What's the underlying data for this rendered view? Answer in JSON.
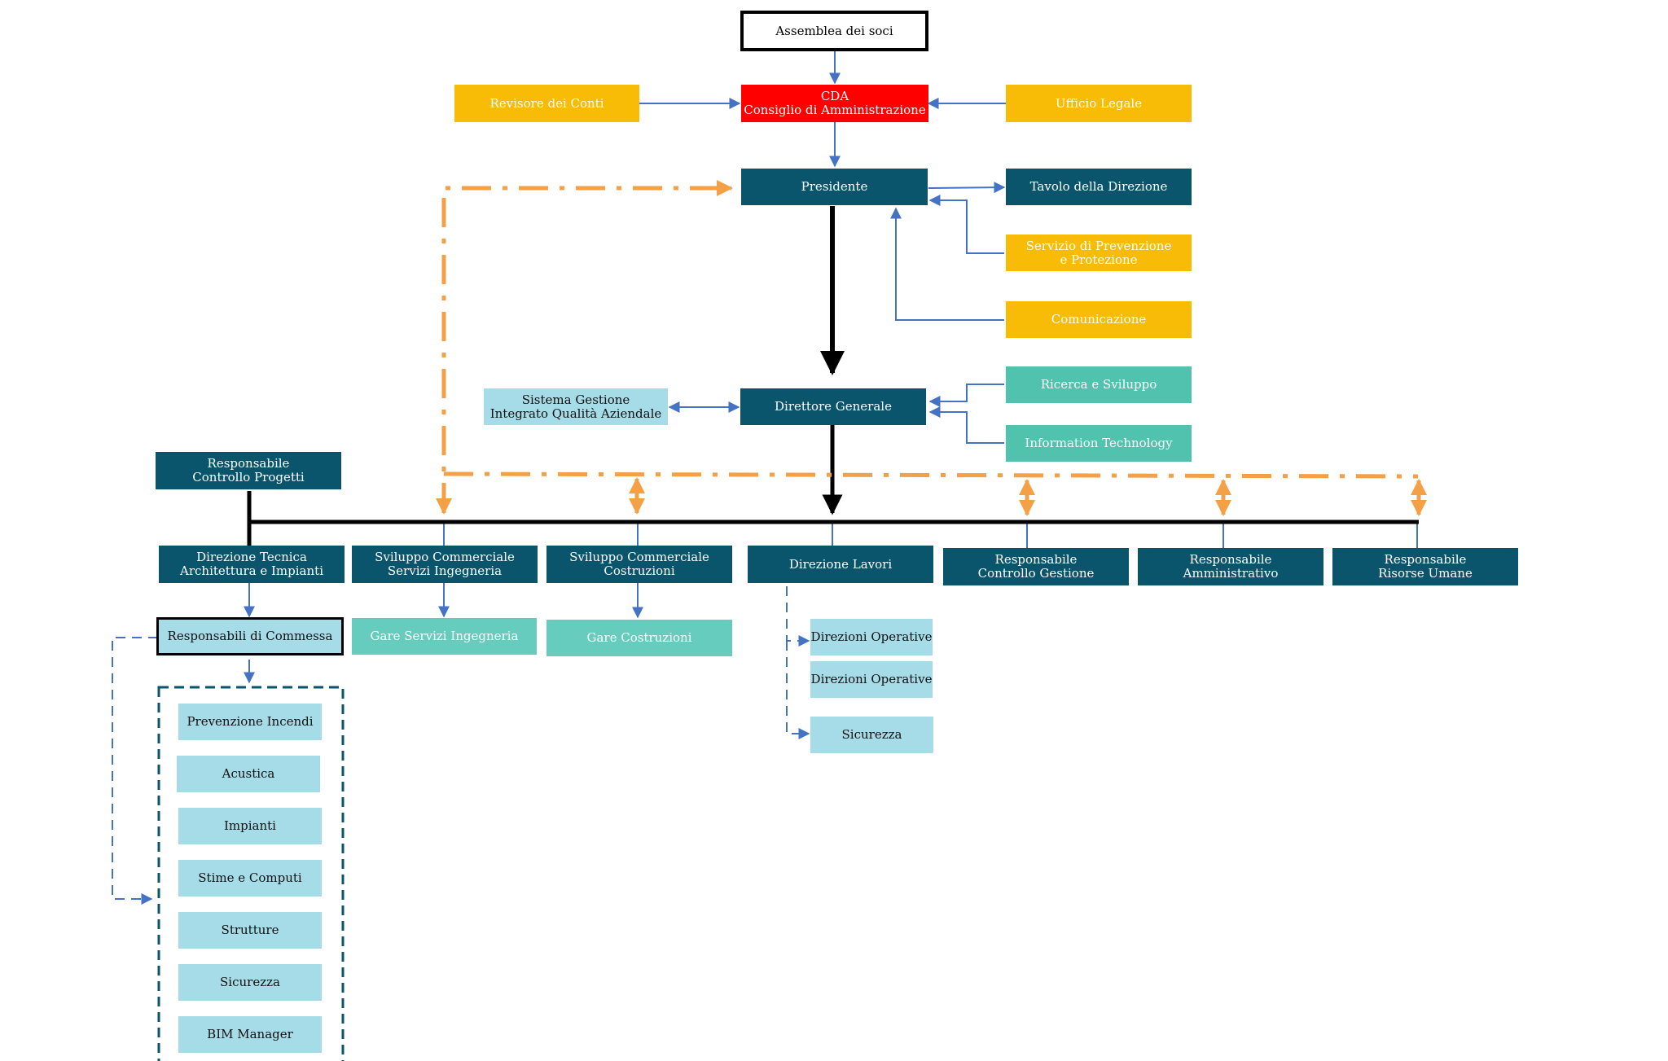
{
  "colors": {
    "dark": "#0a546c",
    "yellow": "#f8bb06",
    "red": "#ff0000",
    "teal": "#50c2ad",
    "light": "#a6dbe8",
    "orange": "#f4a046",
    "blue": "#4472c4"
  },
  "nodes": {
    "assemblea": "Assemblea dei soci",
    "cda_line1": "CDA",
    "cda_line2": "Consiglio di Amministrazione",
    "revisore": "Revisore dei Conti",
    "legale": "Ufficio Legale",
    "presidente": "Presidente",
    "tavolo": "Tavolo della Direzione",
    "prevenzione_line1": "Servizio di Prevenzione",
    "prevenzione_line2": "e Protezione",
    "comunicazione": "Comunicazione",
    "sistema_line1": "Sistema Gestione",
    "sistema_line2": "Integrato Qualità Aziendale",
    "direttore": "Direttore Generale",
    "ricerca": "Ricerca e Sviluppo",
    "it": "Information Technology",
    "controllo_progetti_line1": "Responsabile",
    "controllo_progetti_line2": "Controllo Progetti",
    "dir_tecnica_line1": "Direzione Tecnica",
    "dir_tecnica_line2": "Architettura e Impianti",
    "svil_ing_line1": "Sviluppo Commerciale",
    "svil_ing_line2": "Servizi Ingegneria",
    "svil_costr_line1": "Sviluppo Commerciale",
    "svil_costr_line2": "Costruzioni",
    "dir_lavori": "Direzione Lavori",
    "resp_gestione_line1": "Responsabile",
    "resp_gestione_line2": "Controllo Gestione",
    "resp_amm_line1": "Responsabile",
    "resp_amm_line2": "Amministrativo",
    "resp_ru_line1": "Responsabile",
    "resp_ru_line2": "Risorse Umane",
    "resp_commessa": "Responsabili di Commessa",
    "gare_ing": "Gare Servizi Ingegneria",
    "gare_costr": "Gare Costruzioni",
    "dir_operative_1": "Direzioni Operative",
    "dir_operative_2": "Direzioni Operative",
    "sicurezza_dl": "Sicurezza"
  },
  "commessa_items": [
    "Prevenzione Incendi",
    "Acustica",
    "Impianti",
    "Stime e Computi",
    "Strutture",
    "Sicurezza",
    "BIM Manager"
  ]
}
